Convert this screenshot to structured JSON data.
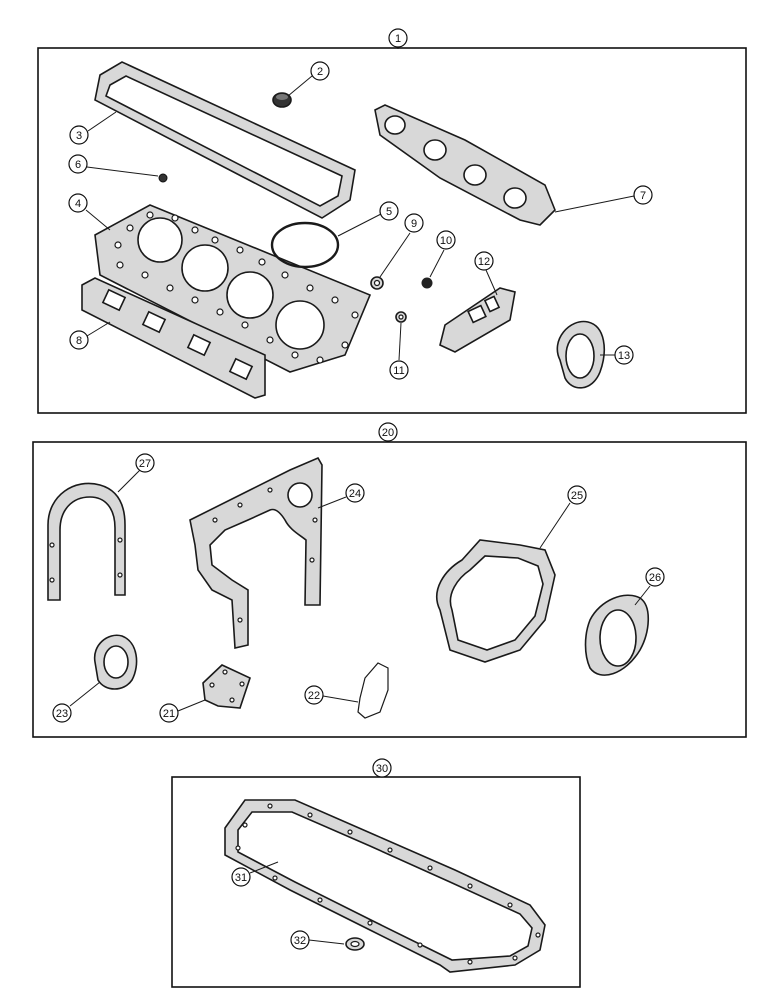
{
  "kits": [
    {
      "number": "1",
      "parts": [
        {
          "number": "2"
        },
        {
          "number": "3"
        },
        {
          "number": "4"
        },
        {
          "number": "5"
        },
        {
          "number": "6"
        },
        {
          "number": "7"
        },
        {
          "number": "8"
        },
        {
          "number": "9"
        },
        {
          "number": "10"
        },
        {
          "number": "11"
        },
        {
          "number": "12"
        },
        {
          "number": "13"
        }
      ]
    },
    {
      "number": "20",
      "parts": [
        {
          "number": "21"
        },
        {
          "number": "22"
        },
        {
          "number": "23"
        },
        {
          "number": "24"
        },
        {
          "number": "25"
        },
        {
          "number": "26"
        },
        {
          "number": "27"
        }
      ]
    },
    {
      "number": "30",
      "parts": [
        {
          "number": "31"
        },
        {
          "number": "32"
        }
      ]
    }
  ]
}
